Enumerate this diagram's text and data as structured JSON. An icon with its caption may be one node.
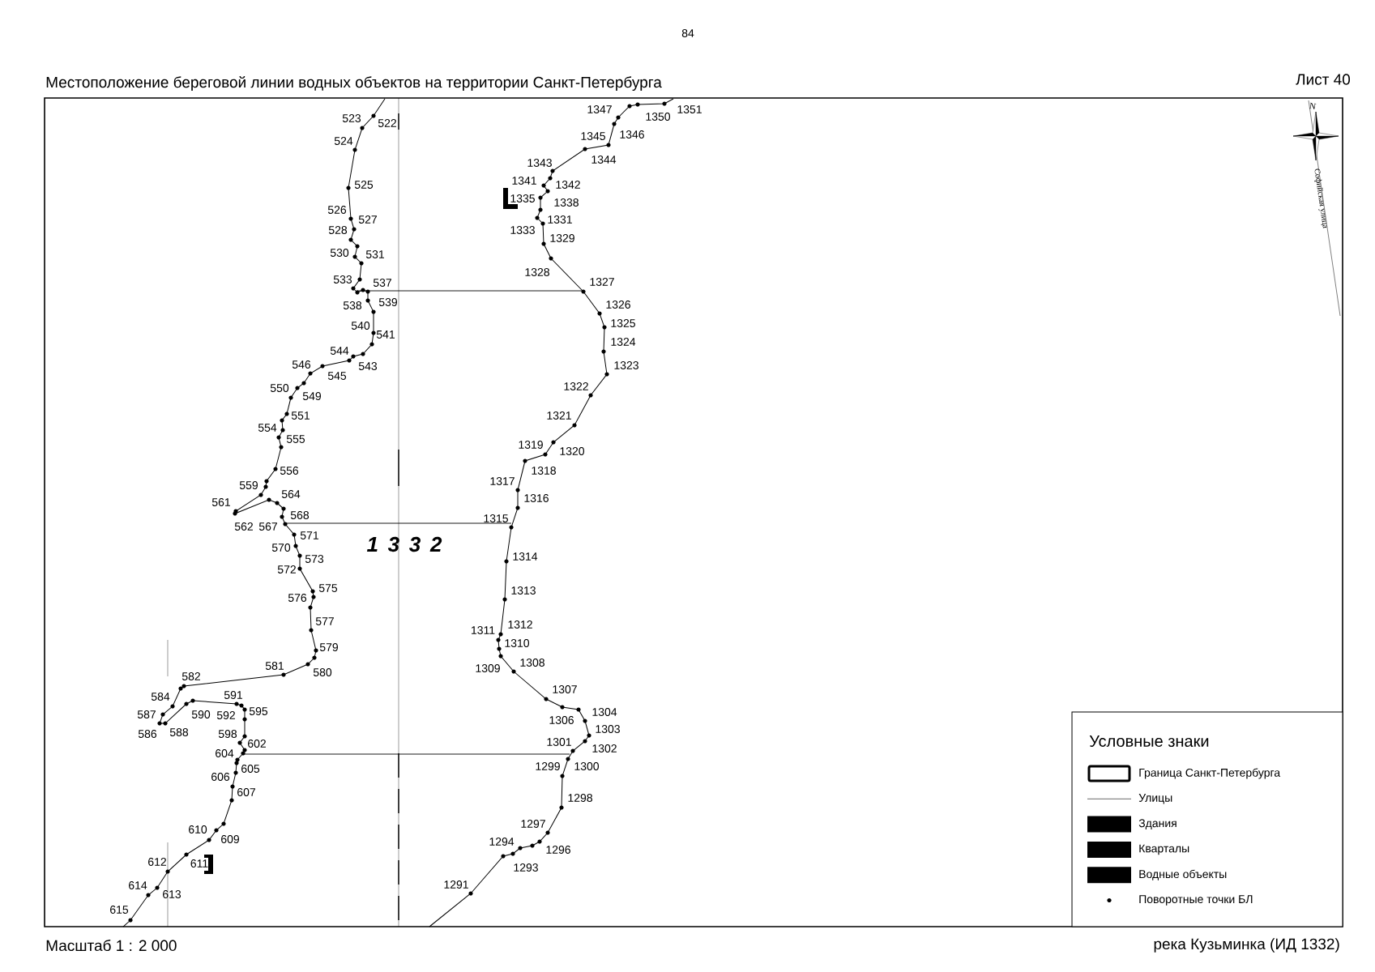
{
  "diagram": {
    "title": "Местоположение береговой линии водных объектов на территории Санкт-Петербурга",
    "labels": [
      "84",
      "Лист 40",
      "523",
      "522",
      "524",
      "525",
      "526",
      "527",
      "528",
      "530",
      "531",
      "533",
      "537",
      "538",
      "539",
      "540",
      "541",
      "544",
      "546",
      "543",
      "545",
      "550",
      "549",
      "551",
      "554",
      "555",
      "556",
      "559",
      "561",
      "564",
      "568",
      "562",
      "567",
      "571",
      "570",
      "573",
      "572",
      "575",
      "576",
      "577",
      "579",
      "581",
      "580",
      "582",
      "584",
      "591",
      "587",
      "590",
      "592",
      "595",
      "586",
      "588",
      "598",
      "602",
      "604",
      "605",
      "606",
      "607",
      "610",
      "609",
      "612",
      "611",
      "614",
      "613",
      "615",
      "1347",
      "1350",
      "1351",
      "1345",
      "1346",
      "1344",
      "1343",
      "1341",
      "1342",
      "1335",
      "1338",
      "1331",
      "1333",
      "1329",
      "1328",
      "1327",
      "1326",
      "1325",
      "1324",
      "1323",
      "1322",
      "1321",
      "1319",
      "1320",
      "1318",
      "1317",
      "1316",
      "1315",
      "1314",
      "1313",
      "1311",
      "1312",
      "1310",
      "1309",
      "1308",
      "1307",
      "1304",
      "1306",
      "1303",
      "1301",
      "1302",
      "1299",
      "1300",
      "1298",
      "1297",
      "1294",
      "1296",
      "1293",
      "1291",
      "1 3 3 2",
      "N",
      "Софийская улица",
      "Условные знаки",
      "Масштаб 1 : 2 000",
      "река Кузьминка (ИД 1332)"
    ],
    "legend": [
      {
        "text": "Граница Санкт-Петербурга"
      },
      {
        "text": "Улицы"
      },
      {
        "text": "Здания",
        "color": "#000000"
      },
      {
        "text": "Кварталы",
        "color": "#000000"
      },
      {
        "text": "Водные объекты",
        "color": "#000000"
      },
      {
        "text": "Поворотные точки БЛ"
      }
    ]
  }
}
